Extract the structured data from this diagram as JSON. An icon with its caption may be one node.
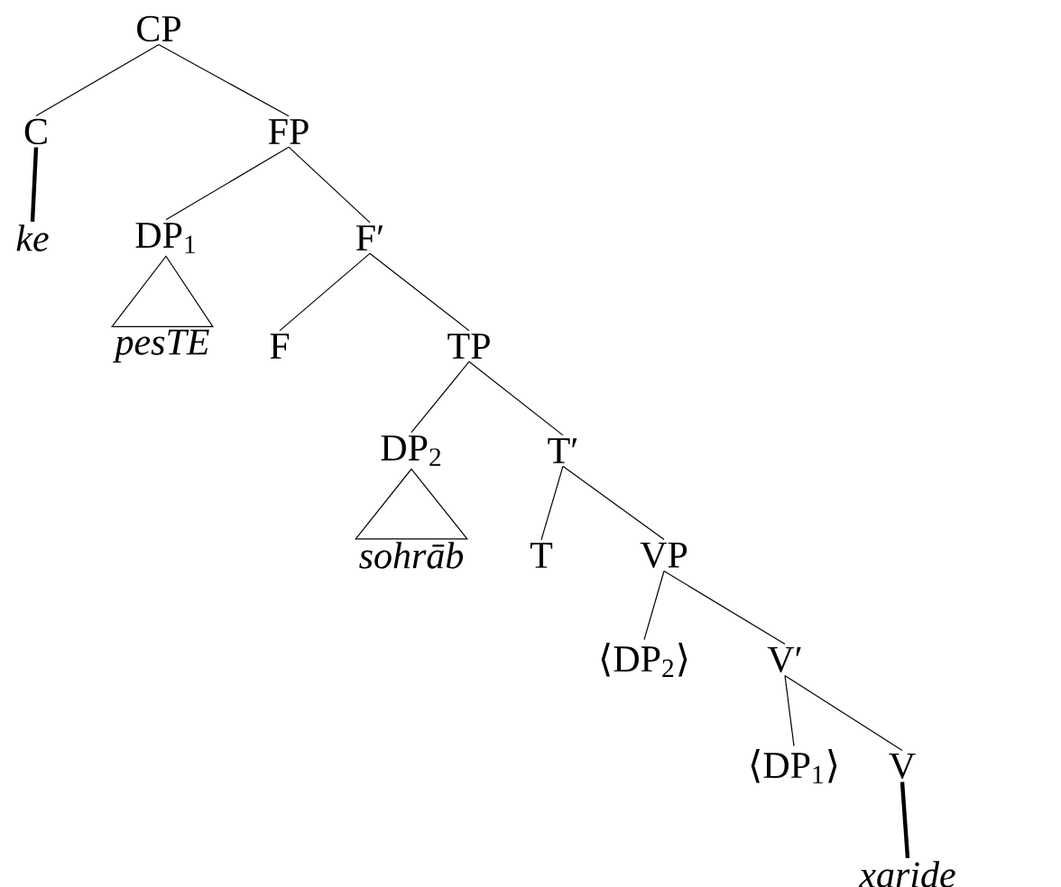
{
  "diagram": {
    "nodes": [
      {
        "text": [
          "CP"
        ]
      },
      {
        "text": [
          "C"
        ]
      },
      {
        "text": [
          "FP"
        ]
      },
      {
        "text": [
          "ke"
        ]
      },
      {
        "text": [
          "DP$_{1}$"
        ]
      },
      {
        "text": [
          "F′"
        ]
      },
      {
        "text": [
          "pesTE"
        ]
      },
      {
        "text": [
          "F"
        ]
      },
      {
        "text": [
          "TP"
        ]
      },
      {
        "text": [
          "DP$_{2}$"
        ]
      },
      {
        "text": [
          "T′"
        ]
      },
      {
        "text": [
          "sohrāb"
        ]
      },
      {
        "text": [
          "T"
        ]
      },
      {
        "text": [
          "VP"
        ]
      },
      {
        "text": [
          "⟨DP$_{2}$⟩"
        ]
      },
      {
        "text": [
          "V′"
        ]
      },
      {
        "text": [
          "⟨DP$_{1}$⟩"
        ]
      },
      {
        "text": [
          "V"
        ]
      },
      {
        "text": [
          "xaride"
        ]
      }
    ],
    "edges": [
      {
        "from": 0,
        "to": 1,
        "arrow": "none"
      },
      {
        "from": 0,
        "to": 2,
        "arrow": "none"
      },
      {
        "from": 1,
        "to": 3,
        "arrow": "none",
        "style": "thick"
      },
      {
        "from": 2,
        "to": 4,
        "arrow": "none"
      },
      {
        "from": 2,
        "to": 5,
        "arrow": "none"
      },
      {
        "from": 4,
        "to": 6,
        "arrow": "none"
      },
      {
        "from": 5,
        "to": 7,
        "arrow": "none"
      },
      {
        "from": 5,
        "to": 8,
        "arrow": "none"
      },
      {
        "from": 8,
        "to": 9,
        "arrow": "none"
      },
      {
        "from": 8,
        "to": 10,
        "arrow": "none"
      },
      {
        "from": 9,
        "to": 11,
        "arrow": "none"
      },
      {
        "from": 10,
        "to": 12,
        "arrow": "none"
      },
      {
        "from": 10,
        "to": 13,
        "arrow": "none"
      },
      {
        "from": 13,
        "to": 14,
        "arrow": "none"
      },
      {
        "from": 13,
        "to": 15,
        "arrow": "none"
      },
      {
        "from": 15,
        "to": 16,
        "arrow": "none"
      },
      {
        "from": 15,
        "to": 17,
        "arrow": "none"
      },
      {
        "from": 17,
        "to": 18,
        "arrow": "none",
        "style": "thick"
      }
    ]
  }
}
